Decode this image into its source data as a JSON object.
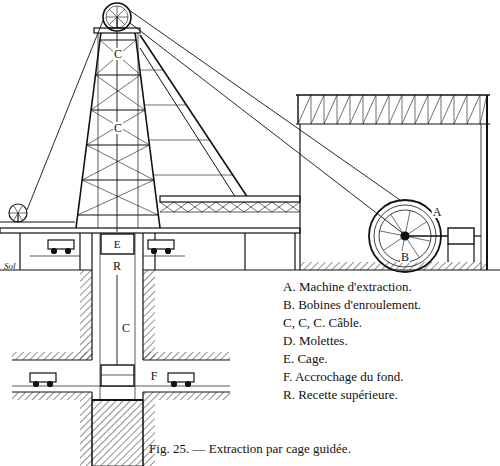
{
  "diagram": {
    "caption": "Fig. 25. — Extraction par cage guidée.",
    "labels": [
      "C",
      "C",
      "E",
      "R",
      "C",
      "F",
      "A",
      "B",
      "Sol",
      "A. Machine d'extraction.",
      "B. Bobines d'enroulement.",
      "C, C, C. Câble.",
      "D. Molettes.",
      "E. Cage.",
      "F. Accrochage du fond.",
      "R. Recette supérieure."
    ]
  }
}
